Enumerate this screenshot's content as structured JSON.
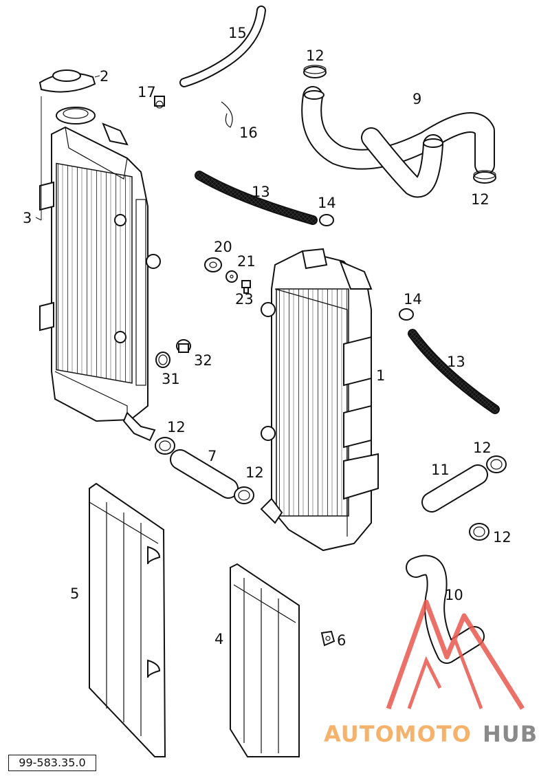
{
  "callouts": {
    "n1": "1",
    "n2": "2",
    "n3": "3",
    "n4": "4",
    "n5": "5",
    "n6": "6",
    "n7": "7",
    "n9": "9",
    "n10": "10",
    "n11": "11",
    "n12a": "12",
    "n12b": "12",
    "n12c": "12",
    "n12d": "12",
    "n12e": "12",
    "n12f": "12",
    "n13a": "13",
    "n13b": "13",
    "n14a": "14",
    "n14b": "14",
    "n15": "15",
    "n16": "16",
    "n17": "17",
    "n20": "20",
    "n21": "21",
    "n23": "23",
    "n31": "31",
    "n32": "32"
  },
  "part_code": "99-583.35.0",
  "watermark": {
    "part1": "AUTOMOTO",
    "part2": "HUB",
    "color_orange": "#f5b26b",
    "color_red": "#e8584e",
    "color_gray": "#8a8a8a"
  }
}
